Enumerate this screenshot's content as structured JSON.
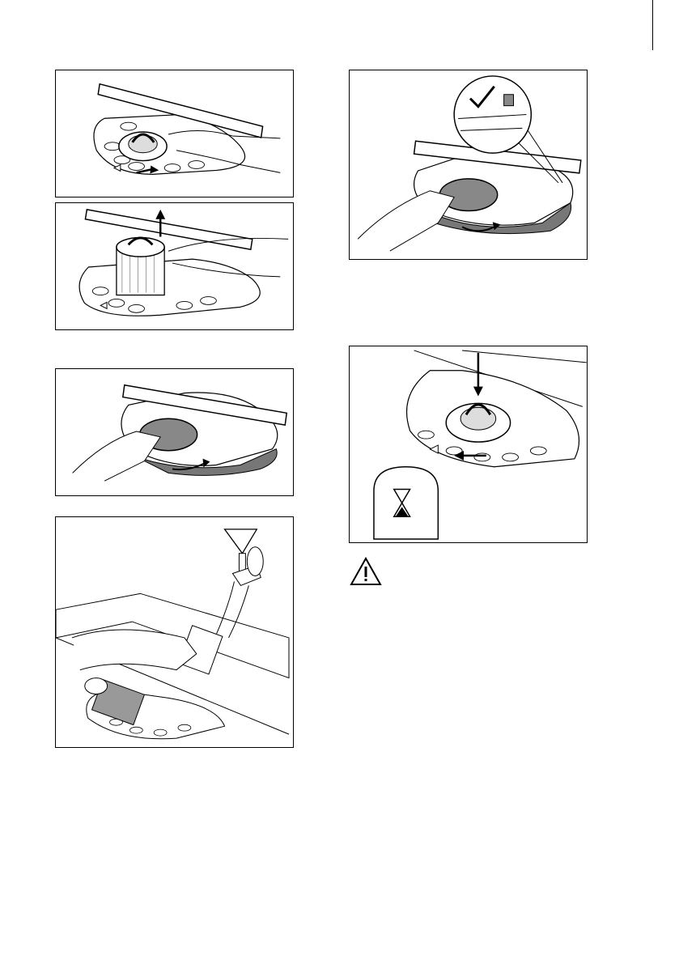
{
  "page": {
    "figures": [
      {
        "id": "fig-1",
        "icon": "remove-filter-c-icon"
      },
      {
        "id": "fig-2",
        "icon": "lift-filter-icon"
      },
      {
        "id": "fig-3",
        "icon": "remove-filter-a-icon"
      },
      {
        "id": "fig-4",
        "icon": "rinse-filters-icon"
      },
      {
        "id": "fig-5",
        "icon": "install-filter-a-icon"
      },
      {
        "id": "fig-6",
        "icon": "install-filter-c-icon"
      }
    ],
    "warning_icon": "warning-triangle-icon"
  }
}
